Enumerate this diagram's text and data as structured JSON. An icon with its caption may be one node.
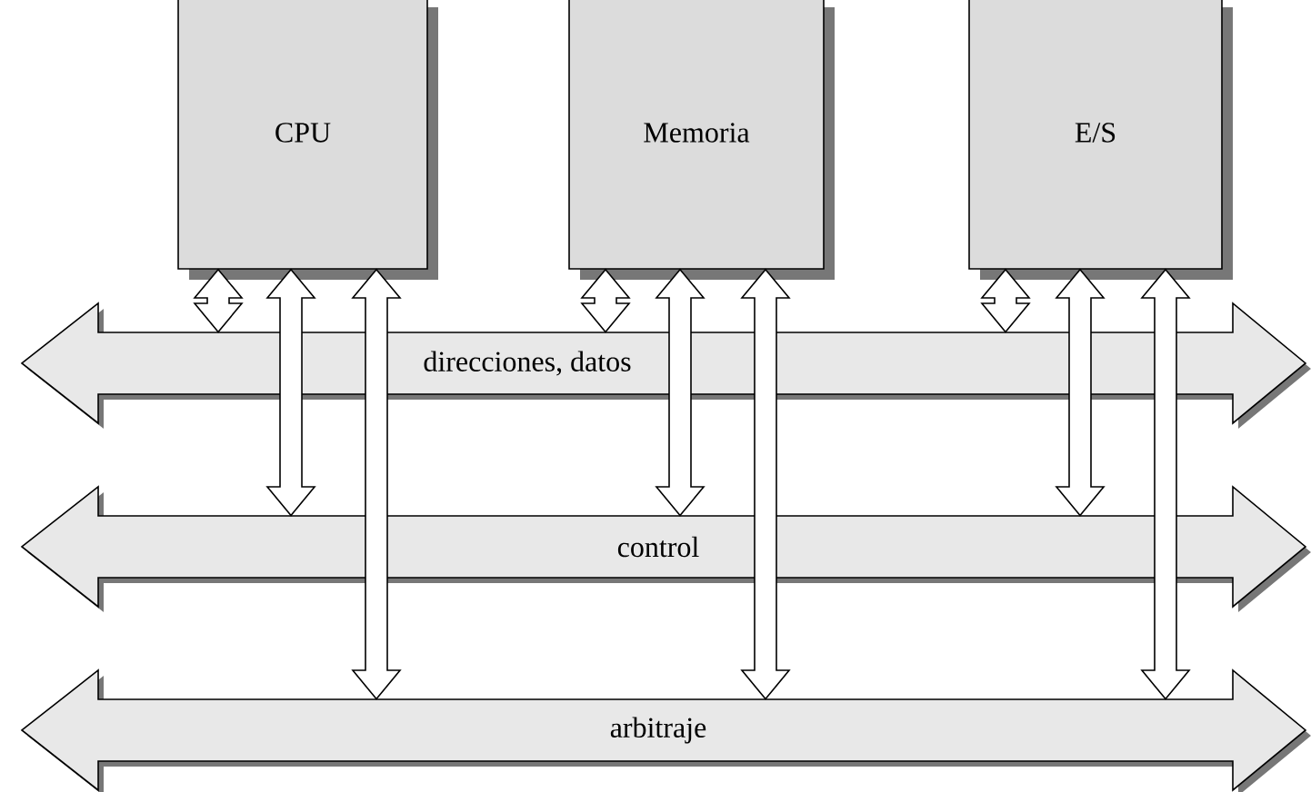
{
  "diagram": {
    "nodes": [
      {
        "text": [
          "CPU"
        ]
      },
      {
        "text": [
          "Memoria"
        ]
      },
      {
        "text": [
          "E/S"
        ]
      },
      {
        "text": [
          "direcciones, datos"
        ]
      },
      {
        "text": [
          "control"
        ]
      },
      {
        "text": [
          "arbitraje"
        ]
      }
    ],
    "edges": [
      {
        "from": 0,
        "to": 3,
        "arrow": "both"
      },
      {
        "from": 0,
        "to": 4,
        "arrow": "both"
      },
      {
        "from": 0,
        "to": 5,
        "arrow": "both"
      },
      {
        "from": 1,
        "to": 3,
        "arrow": "both"
      },
      {
        "from": 1,
        "to": 4,
        "arrow": "both"
      },
      {
        "from": 1,
        "to": 5,
        "arrow": "both"
      },
      {
        "from": 2,
        "to": 3,
        "arrow": "both"
      },
      {
        "from": 2,
        "to": 4,
        "arrow": "both"
      },
      {
        "from": 2,
        "to": 5,
        "arrow": "both"
      }
    ]
  }
}
